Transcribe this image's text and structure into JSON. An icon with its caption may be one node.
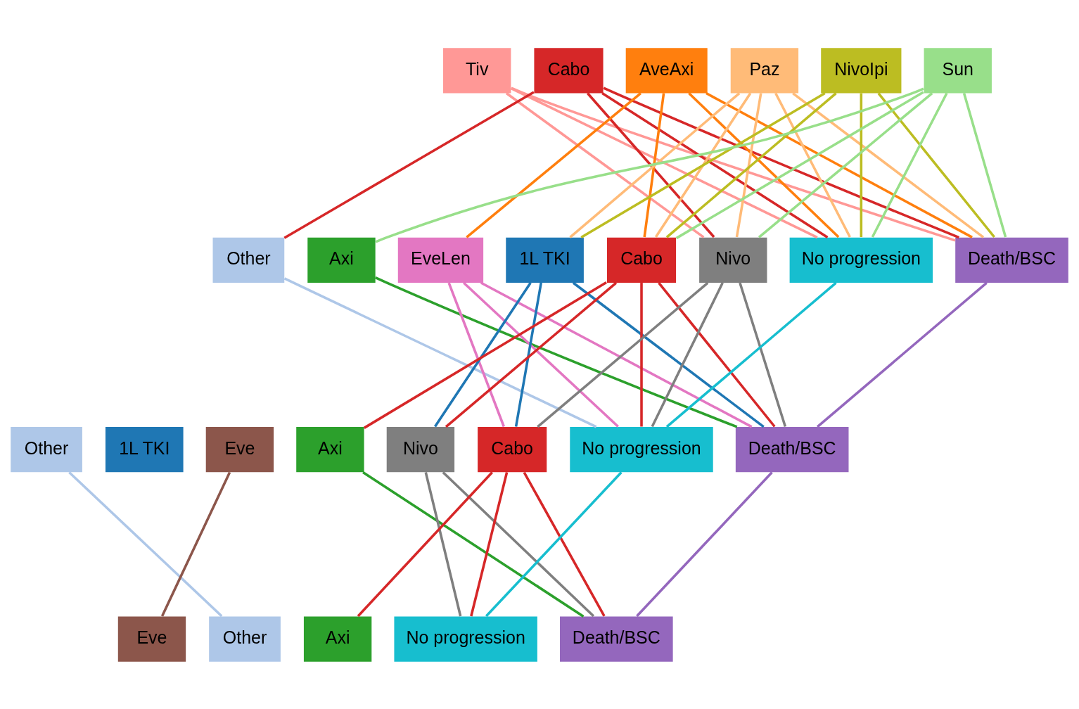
{
  "diagram": {
    "nodes": [
      {
        "text": [
          "Tiv"
        ]
      },
      {
        "text": [
          "Cabo"
        ]
      },
      {
        "text": [
          "AveAxi"
        ]
      },
      {
        "text": [
          "Paz"
        ]
      },
      {
        "text": [
          "NivoIpi"
        ]
      },
      {
        "text": [
          "Sun"
        ]
      },
      {
        "text": [
          "Other"
        ]
      },
      {
        "text": [
          "Axi"
        ]
      },
      {
        "text": [
          "EveLen"
        ]
      },
      {
        "text": [
          "1L TKI"
        ]
      },
      {
        "text": [
          "Cabo"
        ]
      },
      {
        "text": [
          "Nivo"
        ]
      },
      {
        "text": [
          "No progression"
        ]
      },
      {
        "text": [
          "Death/BSC"
        ]
      },
      {
        "text": [
          "Other"
        ]
      },
      {
        "text": [
          "1L TKI"
        ]
      },
      {
        "text": [
          "Eve"
        ]
      },
      {
        "text": [
          "Axi"
        ]
      },
      {
        "text": [
          "Nivo"
        ]
      },
      {
        "text": [
          "Cabo"
        ]
      },
      {
        "text": [
          "No progression"
        ]
      },
      {
        "text": [
          "Death/BSC"
        ]
      },
      {
        "text": [
          "Eve"
        ]
      },
      {
        "text": [
          "Other"
        ]
      },
      {
        "text": [
          "Axi"
        ]
      },
      {
        "text": [
          "No progression"
        ]
      },
      {
        "text": [
          "Death/BSC"
        ]
      }
    ],
    "edges": [
      {
        "from": 0,
        "to": 11,
        "arrow": "none",
        "color": "#ff9896"
      },
      {
        "from": 0,
        "to": 12,
        "arrow": "none",
        "color": "#ff9896"
      },
      {
        "from": 0,
        "to": 13,
        "arrow": "none",
        "color": "#ff9896"
      },
      {
        "from": 1,
        "to": 6,
        "arrow": "none",
        "color": "#d62728"
      },
      {
        "from": 1,
        "to": 11,
        "arrow": "none",
        "color": "#d62728"
      },
      {
        "from": 1,
        "to": 12,
        "arrow": "none",
        "color": "#d62728"
      },
      {
        "from": 1,
        "to": 13,
        "arrow": "none",
        "color": "#d62728"
      },
      {
        "from": 2,
        "to": 8,
        "arrow": "none",
        "color": "#ff7f0e"
      },
      {
        "from": 2,
        "to": 10,
        "arrow": "none",
        "color": "#ff7f0e"
      },
      {
        "from": 2,
        "to": 12,
        "arrow": "none",
        "color": "#ff7f0e"
      },
      {
        "from": 2,
        "to": 13,
        "arrow": "none",
        "color": "#ff7f0e"
      },
      {
        "from": 3,
        "to": 9,
        "arrow": "none",
        "color": "#ffbb78"
      },
      {
        "from": 3,
        "to": 10,
        "arrow": "none",
        "color": "#ffbb78"
      },
      {
        "from": 3,
        "to": 11,
        "arrow": "none",
        "color": "#ffbb78"
      },
      {
        "from": 3,
        "to": 12,
        "arrow": "none",
        "color": "#ffbb78"
      },
      {
        "from": 3,
        "to": 13,
        "arrow": "none",
        "color": "#ffbb78"
      },
      {
        "from": 4,
        "to": 9,
        "arrow": "none",
        "color": "#bcbd22"
      },
      {
        "from": 4,
        "to": 10,
        "arrow": "none",
        "color": "#bcbd22"
      },
      {
        "from": 4,
        "to": 12,
        "arrow": "none",
        "color": "#bcbd22"
      },
      {
        "from": 4,
        "to": 13,
        "arrow": "none",
        "color": "#bcbd22"
      },
      {
        "from": 5,
        "to": 7,
        "arrow": "none",
        "color": "#98df8a"
      },
      {
        "from": 5,
        "to": 10,
        "arrow": "none",
        "color": "#98df8a"
      },
      {
        "from": 5,
        "to": 11,
        "arrow": "none",
        "color": "#98df8a"
      },
      {
        "from": 5,
        "to": 12,
        "arrow": "none",
        "color": "#98df8a"
      },
      {
        "from": 5,
        "to": 13,
        "arrow": "none",
        "color": "#98df8a"
      },
      {
        "from": 6,
        "to": 20,
        "arrow": "none",
        "color": "#aec7e8"
      },
      {
        "from": 7,
        "to": 21,
        "arrow": "none",
        "color": "#2ca02c"
      },
      {
        "from": 8,
        "to": 19,
        "arrow": "none",
        "color": "#e377c2"
      },
      {
        "from": 8,
        "to": 20,
        "arrow": "none",
        "color": "#e377c2"
      },
      {
        "from": 8,
        "to": 21,
        "arrow": "none",
        "color": "#e377c2"
      },
      {
        "from": 9,
        "to": 18,
        "arrow": "none",
        "color": "#1f77b4"
      },
      {
        "from": 9,
        "to": 19,
        "arrow": "none",
        "color": "#1f77b4"
      },
      {
        "from": 9,
        "to": 21,
        "arrow": "none",
        "color": "#1f77b4"
      },
      {
        "from": 10,
        "to": 17,
        "arrow": "none",
        "color": "#d62728"
      },
      {
        "from": 10,
        "to": 18,
        "arrow": "none",
        "color": "#d62728"
      },
      {
        "from": 10,
        "to": 20,
        "arrow": "none",
        "color": "#d62728"
      },
      {
        "from": 10,
        "to": 21,
        "arrow": "none",
        "color": "#d62728"
      },
      {
        "from": 11,
        "to": 19,
        "arrow": "none",
        "color": "#7f7f7f"
      },
      {
        "from": 11,
        "to": 20,
        "arrow": "none",
        "color": "#7f7f7f"
      },
      {
        "from": 11,
        "to": 21,
        "arrow": "none",
        "color": "#7f7f7f"
      },
      {
        "from": 12,
        "to": 20,
        "arrow": "none",
        "color": "#17becf"
      },
      {
        "from": 13,
        "to": 21,
        "arrow": "none",
        "color": "#9467bd"
      },
      {
        "from": 14,
        "to": 23,
        "arrow": "none",
        "color": "#aec7e8"
      },
      {
        "from": 16,
        "to": 22,
        "arrow": "none",
        "color": "#8c564b"
      },
      {
        "from": 17,
        "to": 26,
        "arrow": "none",
        "color": "#2ca02c"
      },
      {
        "from": 18,
        "to": 25,
        "arrow": "none",
        "color": "#7f7f7f"
      },
      {
        "from": 18,
        "to": 26,
        "arrow": "none",
        "color": "#7f7f7f"
      },
      {
        "from": 19,
        "to": 24,
        "arrow": "none",
        "color": "#d62728"
      },
      {
        "from": 19,
        "to": 25,
        "arrow": "none",
        "color": "#d62728"
      },
      {
        "from": 19,
        "to": 26,
        "arrow": "none",
        "color": "#d62728"
      },
      {
        "from": 20,
        "to": 25,
        "arrow": "none",
        "color": "#17becf"
      },
      {
        "from": 21,
        "to": 26,
        "arrow": "none",
        "color": "#9467bd"
      }
    ]
  }
}
